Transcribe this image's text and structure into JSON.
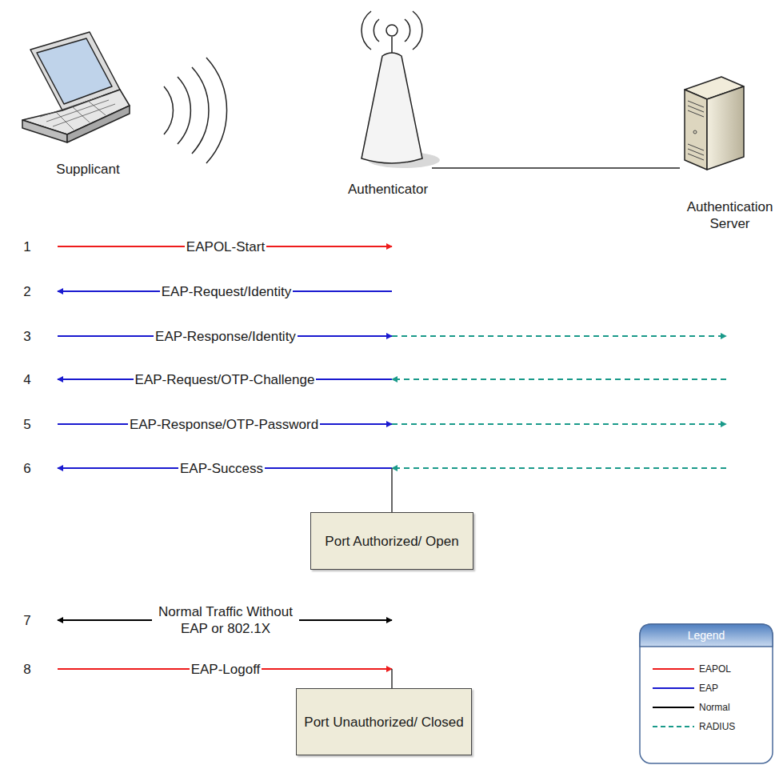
{
  "diagram": {
    "nodes": [
      {
        "text": [
          "Supplicant"
        ]
      },
      {
        "text": [
          "Authenticator"
        ]
      },
      {
        "text": [
          "Authentication Server"
        ]
      },
      {
        "text": [
          "Port Authorized/ Open"
        ]
      },
      {
        "text": [
          "Port Unauthorized/ Closed"
        ]
      }
    ],
    "edges": [
      {
        "from": 1,
        "to": 2,
        "arrow": "none"
      }
    ],
    "labels": [
      "1",
      "2",
      "3",
      "4",
      "5",
      "6",
      "7",
      "8",
      "EAPOL-Start",
      "EAP-Request/Identity",
      "EAP-Response/Identity",
      "EAP-Request/OTP-Challenge",
      "EAP-Response/OTP-Password",
      "EAP-Success",
      "Normal Traffic Without EAP or 802.1X",
      "EAP-Logoff",
      "Legend"
    ],
    "legend": [
      {
        "text": "EAPOL"
      },
      {
        "text": "EAP"
      },
      {
        "text": "Normal"
      },
      {
        "text": "RADIUS"
      }
    ]
  }
}
